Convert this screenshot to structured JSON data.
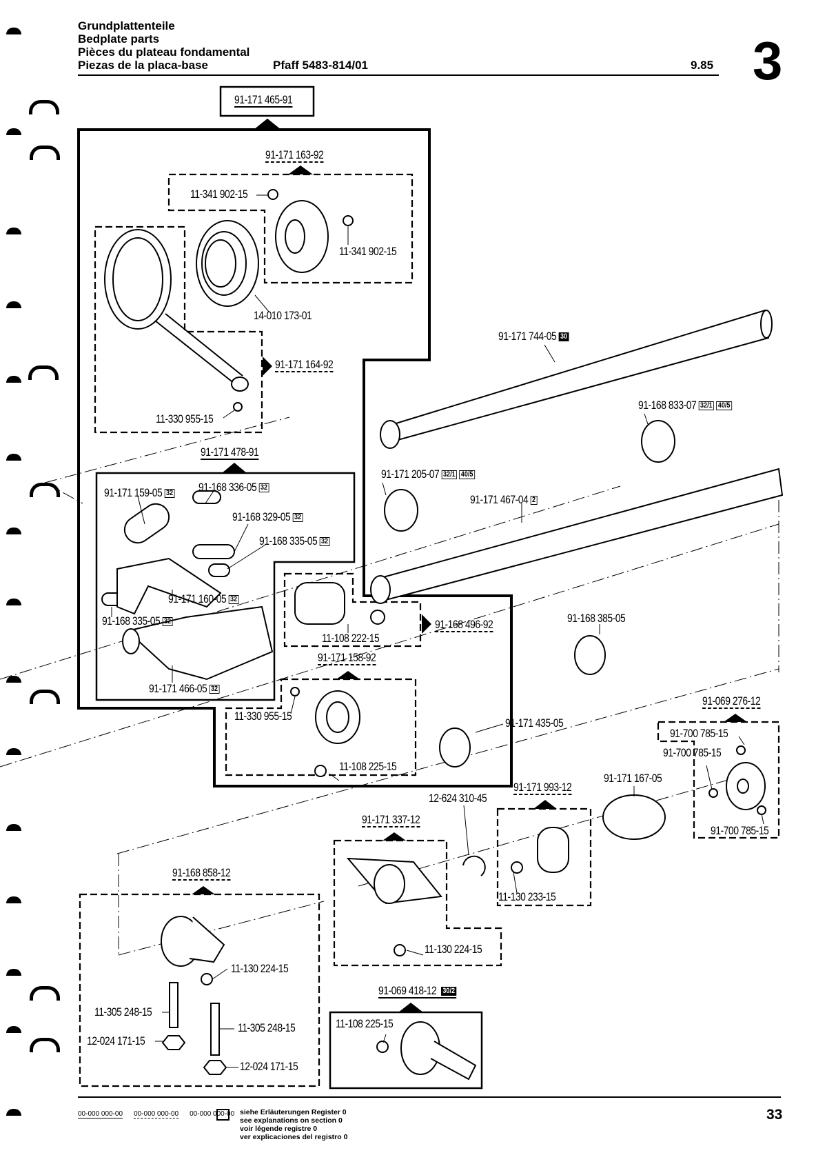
{
  "header": {
    "titles": [
      "Grundplattenteile",
      "Bedplate parts",
      "Pièces du plateau fondamental",
      "Piezas de la placa-base"
    ],
    "model": "Pfaff 5483-814/01",
    "date": "9.85",
    "section": "3"
  },
  "assemblies": {
    "main": "91-171 465-91",
    "eccentric": "91-171 163-92",
    "connecting_rod": "91-171 164-92",
    "lever_unit": "91-171 478-91",
    "crank": "91-168 496-92",
    "clamp_top": "91-171 158-92",
    "collar_right": "91-069 276-12",
    "crank_lever": "91-171 993-12",
    "clamp_mid": "91-171 337-12",
    "bracket": "91-168 858-12",
    "lever_bottom": "91-069 418-12"
  },
  "parts": [
    {
      "id": "p01",
      "number": "11-341 902-15",
      "badges": []
    },
    {
      "id": "p02",
      "number": "11-341 902-15",
      "badges": []
    },
    {
      "id": "p03",
      "number": "14-010 173-01",
      "badges": []
    },
    {
      "id": "p04",
      "number": "11-330 955-15",
      "badges": []
    },
    {
      "id": "p05",
      "number": "91-171 744-05",
      "badges": [
        {
          "text": "30",
          "inverse": true
        }
      ]
    },
    {
      "id": "p06",
      "number": "91-168 833-07",
      "badges": [
        {
          "text": "32/1",
          "inverse": false
        },
        {
          "text": "40/5",
          "inverse": false
        }
      ]
    },
    {
      "id": "p07",
      "number": "91-171 205-07",
      "badges": [
        {
          "text": "32/1",
          "inverse": false
        },
        {
          "text": "40/5",
          "inverse": false
        }
      ]
    },
    {
      "id": "p08",
      "number": "91-171 467-04",
      "badges": [
        {
          "text": "2",
          "inverse": false
        }
      ]
    },
    {
      "id": "p09",
      "number": "91-171 159-05",
      "badges": [
        {
          "text": "32",
          "inverse": false
        }
      ]
    },
    {
      "id": "p10",
      "number": "91-168 336-05",
      "badges": [
        {
          "text": "32",
          "inverse": false
        }
      ]
    },
    {
      "id": "p11",
      "number": "91-168 329-05",
      "badges": [
        {
          "text": "32",
          "inverse": false
        }
      ]
    },
    {
      "id": "p12",
      "number": "91-168 335-05",
      "badges": [
        {
          "text": "32",
          "inverse": false
        }
      ]
    },
    {
      "id": "p13",
      "number": "91-171 160-05",
      "badges": [
        {
          "text": "32",
          "inverse": false
        }
      ]
    },
    {
      "id": "p14",
      "number": "91-168 335-05",
      "badges": [
        {
          "text": "32",
          "inverse": false
        }
      ]
    },
    {
      "id": "p15",
      "number": "91-171 466-05",
      "badges": [
        {
          "text": "32",
          "inverse": false
        }
      ]
    },
    {
      "id": "p16",
      "number": "11-108 222-15",
      "badges": []
    },
    {
      "id": "p17",
      "number": "91-168 385-05",
      "badges": []
    },
    {
      "id": "p18",
      "number": "11-330 955-15",
      "badges": []
    },
    {
      "id": "p19",
      "number": "11-108 225-15",
      "badges": []
    },
    {
      "id": "p20",
      "number": "91-171 435-05",
      "badges": []
    },
    {
      "id": "p21",
      "number": "91-700 785-15",
      "badges": []
    },
    {
      "id": "p22",
      "number": "91-700 785-15",
      "badges": []
    },
    {
      "id": "p23",
      "number": "91-700 785-15",
      "badges": []
    },
    {
      "id": "p24",
      "number": "91-171 167-05",
      "badges": []
    },
    {
      "id": "p25",
      "number": "12-624 310-45",
      "badges": []
    },
    {
      "id": "p26",
      "number": "11-130 233-15",
      "badges": []
    },
    {
      "id": "p27",
      "number": "11-130 224-15",
      "badges": []
    },
    {
      "id": "p28",
      "number": "11-130 224-15",
      "badges": []
    },
    {
      "id": "p29",
      "number": "11-305 248-15",
      "badges": []
    },
    {
      "id": "p30",
      "number": "12-024 171-15",
      "badges": []
    },
    {
      "id": "p31",
      "number": "11-305 248-15",
      "badges": []
    },
    {
      "id": "p32",
      "number": "12-024 171-15",
      "badges": []
    },
    {
      "id": "p33",
      "number": "11-108 225-15",
      "badges": []
    }
  ],
  "lever_bottom_badge": {
    "text": "30/2",
    "inverse": true
  },
  "footer": {
    "codes": [
      "00-000 000-00",
      "00-000 000-00",
      "00-000 000-00"
    ],
    "legend": [
      "siehe Erläuterungen Register 0",
      "see explanations on section 0",
      "voir légende registre 0",
      "ver explicaciones del registro 0"
    ],
    "page": "33"
  }
}
